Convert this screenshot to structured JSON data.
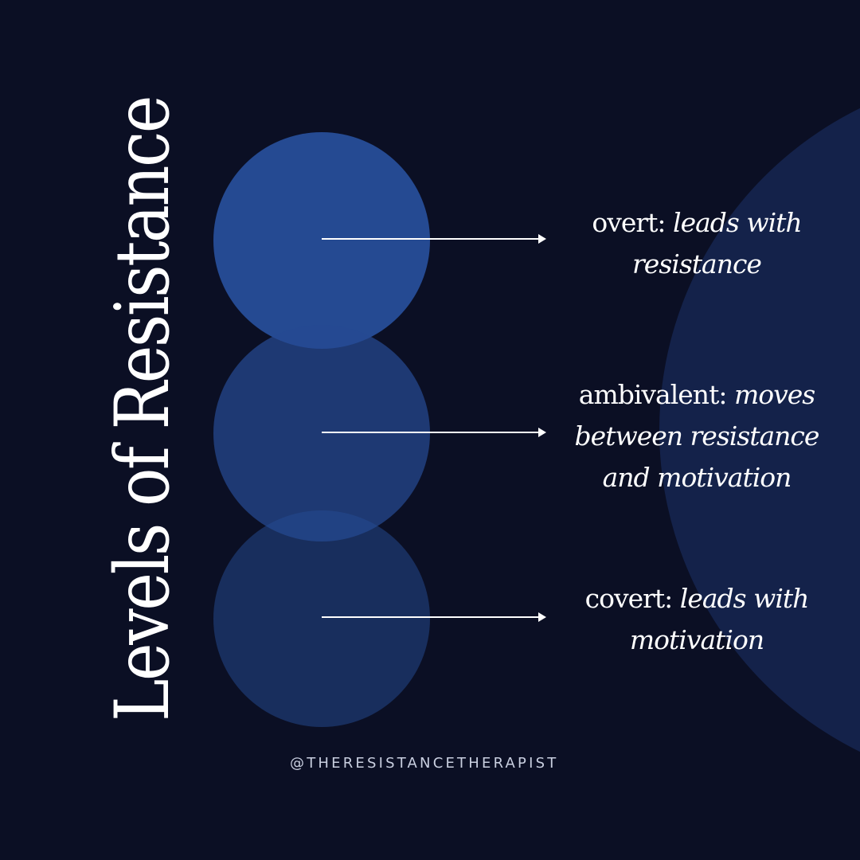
{
  "title": "Levels of Resistance",
  "levels": [
    {
      "term": "overt:",
      "description": "leads with resistance"
    },
    {
      "term": "ambivalent:",
      "description": "moves between resistance and motivation"
    },
    {
      "term": "covert:",
      "description": "leads with motivation"
    }
  ],
  "handle": "@THERESISTANCETHERAPIST",
  "colors": {
    "background": "#0b0f24",
    "accent_circle": "#254a92",
    "large_arc": "#14224a",
    "text": "#ffffff"
  }
}
